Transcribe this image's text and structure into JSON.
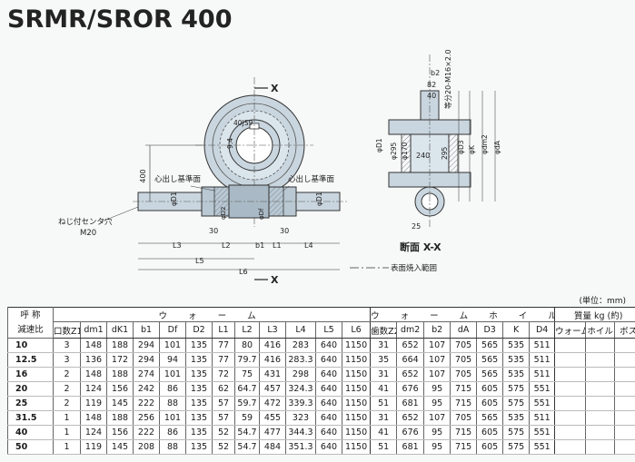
{
  "title": "SRMR/SROR 400",
  "drawing": {
    "front": {
      "section_mark": "X",
      "dim_400": "400",
      "center_label_left": "心出し基準面",
      "center_label_right": "心出し基準面",
      "center_hole_label": "ねじ付センタ穴",
      "center_hole_size": "M20",
      "keyway": "40JS9",
      "keyway_depth": "9.4",
      "dim_30a": "30",
      "dim_30b": "30",
      "L1": "L1",
      "L2": "L2",
      "L3": "L3",
      "L4": "L4",
      "L5": "L5",
      "L6": "L6",
      "b1": "b1",
      "D2": "φD2",
      "D1": "φD1",
      "Df": "φDf"
    },
    "side": {
      "b2": "b2",
      "dim_82": "82",
      "dim_40": "40",
      "holes": "等分20-M16×2.0",
      "dim_295": "φ295",
      "dim_170": "φ170",
      "dim_240": "240",
      "dim_295b": "295",
      "dim_25": "25",
      "D1": "φD1",
      "D3": "φD3",
      "K": "φK",
      "dm2": "φdm2",
      "dA": "φdA",
      "section_title": "断面 X-X"
    },
    "legend_text": "表面焼入範囲"
  },
  "table": {
    "unit_note": "(単位：mm)",
    "header_ratio_1": "呼 称",
    "header_ratio_2": "減速比",
    "group_worm": "ウ ォ ー ム",
    "group_wheel": "ウ ォ ー ム ホ イ ル",
    "group_mass": "質量 kg (約)",
    "cols": [
      "口数Z1",
      "dm1",
      "dK1",
      "b1",
      "Df",
      "D2",
      "L1",
      "L2",
      "L3",
      "L4",
      "L5",
      "L6",
      "歯数Z2",
      "dm2",
      "b2",
      "dA",
      "D3",
      "K",
      "D4",
      "ウォーム",
      "ホイル",
      "ボス"
    ],
    "rows": [
      {
        "ratio": "10",
        "v": [
          "3",
          "148",
          "188",
          "294",
          "101",
          "135",
          "77",
          "80",
          "416",
          "283",
          "640",
          "1150",
          "31",
          "652",
          "107",
          "705",
          "565",
          "535",
          "511",
          "",
          "",
          ""
        ]
      },
      {
        "ratio": "12.5",
        "v": [
          "3",
          "136",
          "172",
          "294",
          "94",
          "135",
          "77",
          "79.7",
          "416",
          "283.3",
          "640",
          "1150",
          "35",
          "664",
          "107",
          "705",
          "565",
          "535",
          "511",
          "",
          "",
          ""
        ]
      },
      {
        "ratio": "16",
        "v": [
          "2",
          "148",
          "188",
          "274",
          "101",
          "135",
          "72",
          "75",
          "431",
          "298",
          "640",
          "1150",
          "31",
          "652",
          "107",
          "705",
          "565",
          "535",
          "511",
          "",
          "",
          ""
        ]
      },
      {
        "ratio": "20",
        "v": [
          "2",
          "124",
          "156",
          "242",
          "86",
          "135",
          "62",
          "64.7",
          "457",
          "324.3",
          "640",
          "1150",
          "41",
          "676",
          "95",
          "715",
          "605",
          "575",
          "551",
          "",
          "",
          ""
        ]
      },
      {
        "ratio": "25",
        "v": [
          "2",
          "119",
          "145",
          "222",
          "88",
          "135",
          "57",
          "59.7",
          "472",
          "339.3",
          "640",
          "1150",
          "51",
          "681",
          "95",
          "715",
          "605",
          "575",
          "551",
          "",
          "",
          ""
        ]
      },
      {
        "ratio": "31.5",
        "v": [
          "1",
          "148",
          "188",
          "256",
          "101",
          "135",
          "57",
          "59",
          "455",
          "323",
          "640",
          "1150",
          "31",
          "652",
          "107",
          "705",
          "565",
          "535",
          "511",
          "",
          "",
          ""
        ]
      },
      {
        "ratio": "40",
        "v": [
          "1",
          "124",
          "156",
          "222",
          "86",
          "135",
          "52",
          "54.7",
          "477",
          "344.3",
          "640",
          "1150",
          "41",
          "676",
          "95",
          "715",
          "605",
          "575",
          "551",
          "",
          "",
          ""
        ]
      },
      {
        "ratio": "50",
        "v": [
          "1",
          "119",
          "145",
          "208",
          "88",
          "135",
          "52",
          "54.7",
          "484",
          "351.3",
          "640",
          "1150",
          "51",
          "681",
          "95",
          "715",
          "605",
          "575",
          "551",
          "",
          "",
          ""
        ]
      }
    ]
  }
}
